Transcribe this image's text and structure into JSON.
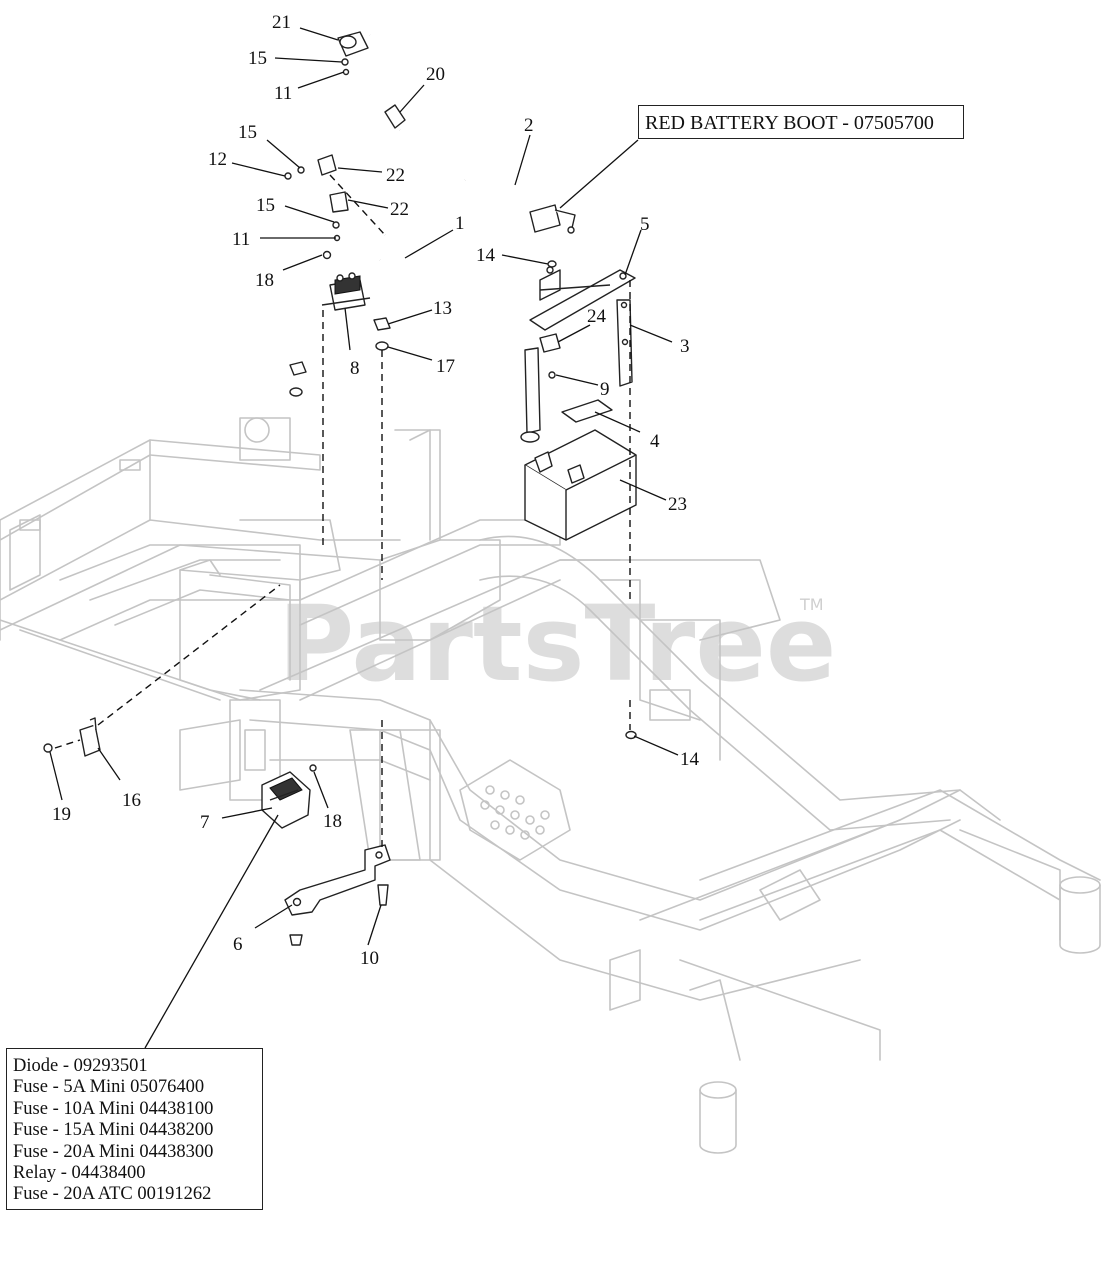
{
  "watermark": {
    "text": "PartsTree",
    "tm": "TM"
  },
  "boot_note": "RED BATTERY BOOT - 07505700",
  "parts_list": [
    "Diode - 09293501",
    "Fuse - 5A Mini 05076400",
    "Fuse - 10A Mini 04438100",
    "Fuse - 15A Mini 04438200",
    "Fuse - 20A Mini 04438300",
    "Relay - 04438400",
    "Fuse - 20A ATC 00191262"
  ],
  "callouts": {
    "c21": "21",
    "c15a": "15",
    "c11a": "11",
    "c20": "20",
    "c2": "2",
    "c15b": "15",
    "c12": "12",
    "c22a": "22",
    "c22b": "22",
    "c15c": "15",
    "c1": "1",
    "c11b": "11",
    "c18a": "18",
    "c8": "8",
    "c13": "13",
    "c17": "17",
    "c14a": "14",
    "c5": "5",
    "c24": "24",
    "c3": "3",
    "c9": "9",
    "c4": "4",
    "c23": "23",
    "c14b": "14",
    "c19": "19",
    "c16": "16",
    "c7": "7",
    "c18b": "18",
    "c6": "6",
    "c10": "10"
  }
}
